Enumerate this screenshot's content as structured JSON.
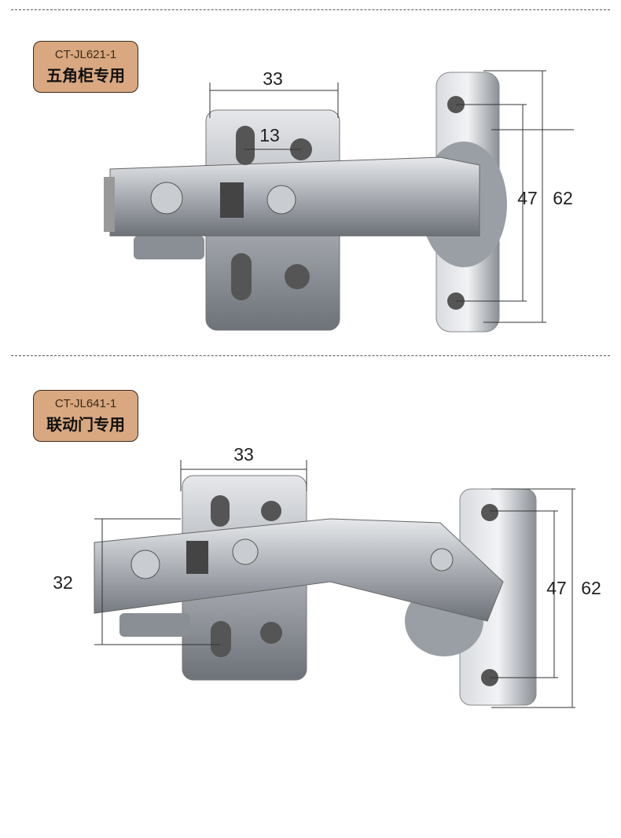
{
  "products": [
    {
      "model": "CT-JL621-1",
      "usage": "五角柜专用",
      "dimensions": {
        "width": "33",
        "slot": "13",
        "inner_height": "47",
        "outer_height": "62"
      }
    },
    {
      "model": "CT-JL641-1",
      "usage": "联动门专用",
      "dimensions": {
        "width": "33",
        "arm_height": "32",
        "inner_height": "47",
        "outer_height": "62"
      }
    }
  ],
  "colors": {
    "badge": "#d9a880",
    "metal": "#b8bcc2"
  }
}
